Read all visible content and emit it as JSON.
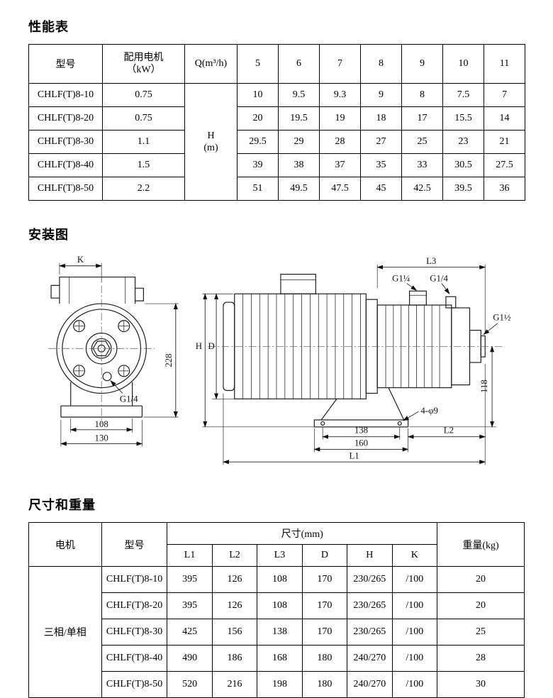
{
  "sections": {
    "performance_title": "性能表",
    "installation_title": "安装图",
    "dimensions_title": "尺寸和重量"
  },
  "perf": {
    "headers": {
      "model": "型号",
      "motor": "配用电机\n（kW）",
      "q": "Q(m³/h)",
      "h_label": "H\n(m)",
      "flows": [
        "5",
        "6",
        "7",
        "8",
        "9",
        "10",
        "11"
      ]
    },
    "rows": [
      {
        "model": "CHLF(T)8-10",
        "power": "0.75",
        "values": [
          "10",
          "9.5",
          "9.3",
          "9",
          "8",
          "7.5",
          "7"
        ]
      },
      {
        "model": "CHLF(T)8-20",
        "power": "0.75",
        "values": [
          "20",
          "19.5",
          "19",
          "18",
          "17",
          "15.5",
          "14"
        ]
      },
      {
        "model": "CHLF(T)8-30",
        "power": "1.1",
        "values": [
          "29.5",
          "29",
          "28",
          "27",
          "25",
          "23",
          "21"
        ]
      },
      {
        "model": "CHLF(T)8-40",
        "power": "1.5",
        "values": [
          "39",
          "38",
          "37",
          "35",
          "33",
          "30.5",
          "27.5"
        ]
      },
      {
        "model": "CHLF(T)8-50",
        "power": "2.2",
        "values": [
          "51",
          "49.5",
          "47.5",
          "45",
          "42.5",
          "39.5",
          "36"
        ]
      }
    ]
  },
  "diagram": {
    "k": "K",
    "front_height": "228",
    "front_port": "G1/4",
    "front_width_inner": "108",
    "front_width_outer": "130",
    "h": "H",
    "d": "D",
    "l3": "L3",
    "top_port_main": "G1¼",
    "top_port_small": "G1/4",
    "outlet_port": "G1½",
    "outlet_height": "118",
    "holes": "4-φ9",
    "hole_spacing": "138",
    "base_width": "160",
    "l2": "L2",
    "l1": "L1"
  },
  "dims": {
    "headers": {
      "motor": "电机",
      "model": "型号",
      "size_group": "尺寸(mm)",
      "weight": "重量(kg)",
      "cols": [
        "L1",
        "L2",
        "L3",
        "D",
        "H",
        "K"
      ]
    },
    "motor_value": "三相/单相",
    "rows": [
      {
        "model": "CHLF(T)8-10",
        "values": [
          "395",
          "126",
          "108",
          "170",
          "230/265",
          "/100"
        ],
        "weight": "20"
      },
      {
        "model": "CHLF(T)8-20",
        "values": [
          "395",
          "126",
          "108",
          "170",
          "230/265",
          "/100"
        ],
        "weight": "20"
      },
      {
        "model": "CHLF(T)8-30",
        "values": [
          "425",
          "156",
          "138",
          "170",
          "230/265",
          "/100"
        ],
        "weight": "25"
      },
      {
        "model": "CHLF(T)8-40",
        "values": [
          "490",
          "186",
          "168",
          "180",
          "240/270",
          "/100"
        ],
        "weight": "28"
      },
      {
        "model": "CHLF(T)8-50",
        "values": [
          "520",
          "216",
          "198",
          "180",
          "240/270",
          "/100"
        ],
        "weight": "30"
      }
    ]
  }
}
